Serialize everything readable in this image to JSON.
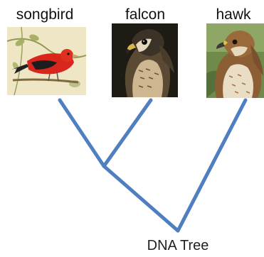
{
  "leaves": [
    {
      "label": "songbird",
      "image": "scarlet-tanager-illustration"
    },
    {
      "label": "falcon",
      "image": "falcon-photo"
    },
    {
      "label": "hawk",
      "image": "hawk-photo"
    }
  ],
  "caption": "DNA Tree",
  "colors": {
    "branch": "#4f7fc0",
    "text": "#111111",
    "background": "#ffffff"
  }
}
